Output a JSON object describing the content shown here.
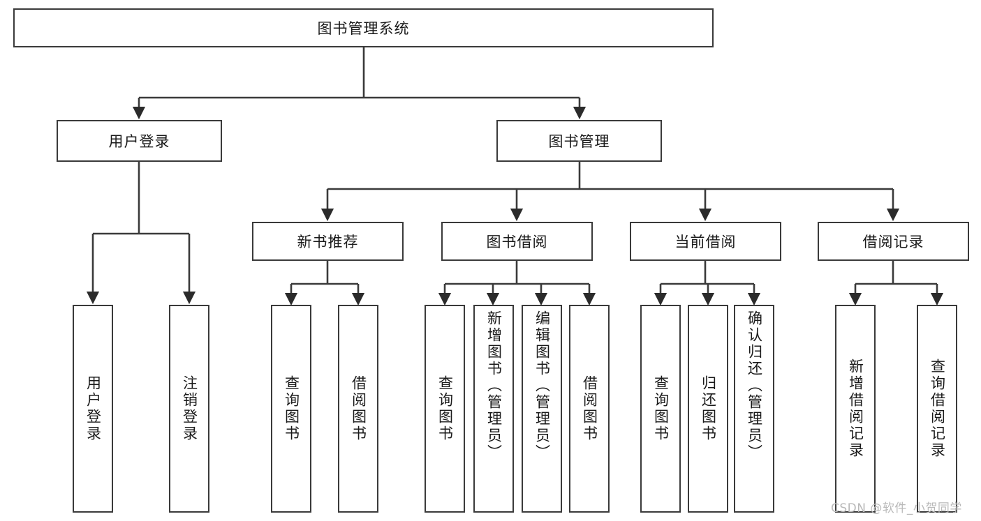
{
  "diagram": {
    "title": "图书管理系统",
    "watermark": "CSDN @软件_小贺同学",
    "levels": {
      "root": {
        "label": "图书管理系统"
      },
      "level1": [
        {
          "label": "用户登录"
        },
        {
          "label": "图书管理"
        }
      ],
      "level2": [
        {
          "label": "新书推荐"
        },
        {
          "label": "图书借阅"
        },
        {
          "label": "当前借阅"
        },
        {
          "label": "借阅记录"
        }
      ],
      "leaves_user_login": [
        {
          "label": "用户登录"
        },
        {
          "label": "注销登录"
        }
      ],
      "leaves_new_books": [
        {
          "label": "查询图书"
        },
        {
          "label": "借阅图书"
        }
      ],
      "leaves_borrow": [
        {
          "label": "查询图书"
        },
        {
          "label": "新增图书（管理员）"
        },
        {
          "label": "编辑图书（管理员）"
        },
        {
          "label": "借阅图书"
        }
      ],
      "leaves_current": [
        {
          "label": "查询图书"
        },
        {
          "label": "归还图书"
        },
        {
          "label": "确认归还（管理员）"
        }
      ],
      "leaves_records": [
        {
          "label": "新增借阅记录"
        },
        {
          "label": "查询借阅记录"
        }
      ]
    },
    "colors": {
      "stroke": "#3a3a3a",
      "fill": "#ffffff",
      "text": "#1a1a1a",
      "watermark": "#b9b9b9"
    }
  }
}
